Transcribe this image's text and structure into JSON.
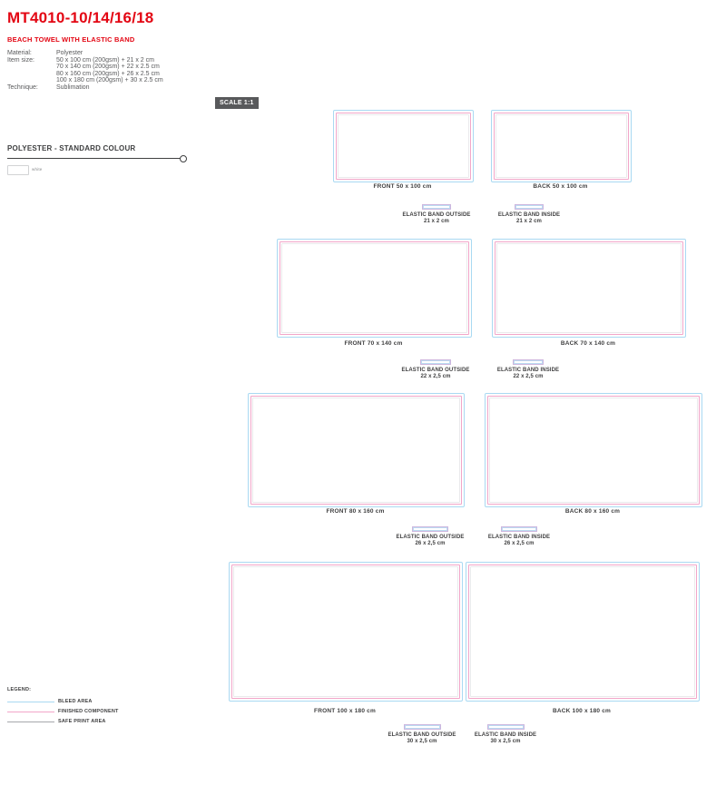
{
  "header": {
    "title": "MT4010-10/14/16/18",
    "subtitle": "BEACH TOWEL WITH ELASTIC BAND",
    "specs": [
      {
        "label": "Material:",
        "values": [
          "Polyester"
        ]
      },
      {
        "label": "Item size:",
        "values": [
          "50 x 100 cm (200gsm) + 21 x 2 cm",
          "70 x 140 cm (200gsm) + 22 x 2.5 cm",
          "80 x 160 cm (200gsm) + 26 x 2.5 cm",
          "100 x 180 cm (200gsm) + 30 x 2.5 cm"
        ]
      },
      {
        "label": "Technique:",
        "values": [
          "Sublimation"
        ]
      }
    ],
    "scale_badge": "SCALE 1:1"
  },
  "colour_section": {
    "heading": "POLYESTER - STANDARD COLOUR",
    "swatch_label": "white"
  },
  "towels": {
    "rows": [
      {
        "front_label": "FRONT 50 x 100 cm",
        "back_label": "BACK 50 x 100 cm",
        "band_outside_title": "ELASTIC BAND OUTSIDE",
        "band_outside_size": "21 x 2 cm",
        "band_inside_title": "ELASTIC BAND INSIDE",
        "band_inside_size": "21 x 2 cm"
      },
      {
        "front_label": "FRONT 70 x 140 cm",
        "back_label": "BACK 70 x 140 cm",
        "band_outside_title": "ELASTIC BAND OUTSIDE",
        "band_outside_size": "22 x 2,5 cm",
        "band_inside_title": "ELASTIC BAND INSIDE",
        "band_inside_size": "22 x 2,5 cm"
      },
      {
        "front_label": "FRONT 80 x 160 cm",
        "back_label": "BACK 80 x 160 cm",
        "band_outside_title": "ELASTIC BAND OUTSIDE",
        "band_outside_size": "26 x 2,5 cm",
        "band_inside_title": "ELASTIC BAND INSIDE",
        "band_inside_size": "26 x 2,5 cm"
      },
      {
        "front_label": "FRONT 100 x 180 cm",
        "back_label": "BACK 100 x 180 cm",
        "band_outside_title": "ELASTIC BAND OUTSIDE",
        "band_outside_size": "30 x 2,5 cm",
        "band_inside_title": "ELASTIC BAND INSIDE",
        "band_inside_size": "30 x 2,5 cm"
      }
    ]
  },
  "legend": {
    "title": "LEGEND:",
    "items": [
      {
        "label": "BLEED AREA",
        "color": "#a9d9f2"
      },
      {
        "label": "FINISHED COMPONENT",
        "color": "#f2a6c9"
      },
      {
        "label": "SAFE PRINT AREA",
        "color": "#a6a8ab"
      }
    ]
  },
  "colors": {
    "accent_red": "#e30613",
    "text_gray": "#58595b",
    "bleed_blue": "#a9d9f2",
    "finished_pink": "#f2a6c9",
    "safe_gray": "#a6a8ab",
    "badge_bg": "#58595b"
  }
}
